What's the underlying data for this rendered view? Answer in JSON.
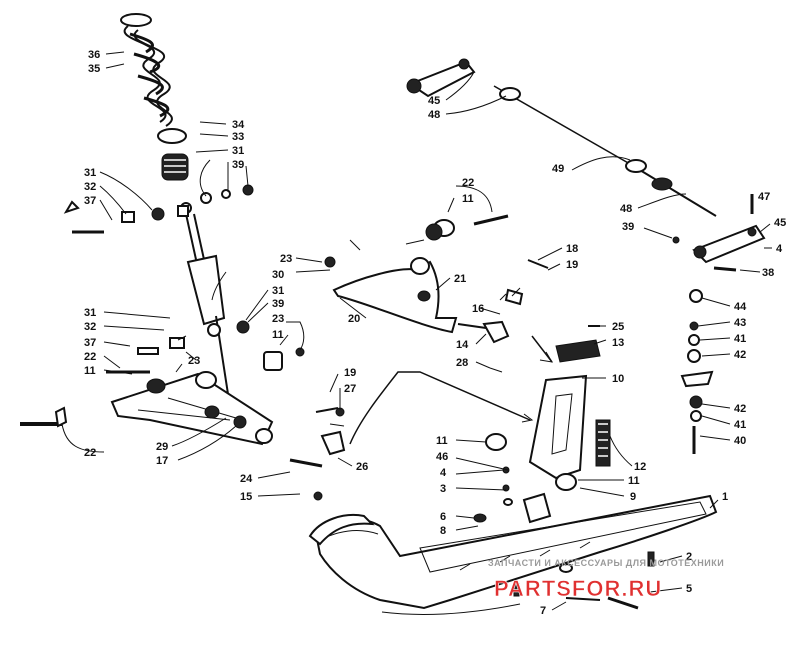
{
  "callouts": [
    {
      "id": "c-36a",
      "text": "36"
    },
    {
      "id": "c-35",
      "text": "35"
    },
    {
      "id": "c-34",
      "text": "34"
    },
    {
      "id": "c-33",
      "text": "33"
    },
    {
      "id": "c-31a",
      "text": "31"
    },
    {
      "id": "c-39a",
      "text": "39"
    },
    {
      "id": "c-31b",
      "text": "31"
    },
    {
      "id": "c-32a",
      "text": "32"
    },
    {
      "id": "c-37a",
      "text": "37"
    },
    {
      "id": "c-30",
      "text": "30"
    },
    {
      "id": "c-31c",
      "text": "31"
    },
    {
      "id": "c-39b",
      "text": "39"
    },
    {
      "id": "c-23a",
      "text": "23"
    },
    {
      "id": "c-11a",
      "text": "11"
    },
    {
      "id": "c-31d",
      "text": "31"
    },
    {
      "id": "c-32b",
      "text": "32"
    },
    {
      "id": "c-37b",
      "text": "37"
    },
    {
      "id": "c-22a",
      "text": "22"
    },
    {
      "id": "c-11b",
      "text": "11"
    },
    {
      "id": "c-23b",
      "text": "23"
    },
    {
      "id": "c-22b",
      "text": "22"
    },
    {
      "id": "c-29",
      "text": "29"
    },
    {
      "id": "c-17",
      "text": "17"
    },
    {
      "id": "c-24",
      "text": "24"
    },
    {
      "id": "c-15",
      "text": "15"
    },
    {
      "id": "c-26",
      "text": "26"
    },
    {
      "id": "c-19a",
      "text": "19"
    },
    {
      "id": "c-27",
      "text": "27"
    },
    {
      "id": "c-22c",
      "text": "22"
    },
    {
      "id": "c-11c",
      "text": "11"
    },
    {
      "id": "c-23c",
      "text": "23"
    },
    {
      "id": "c-21",
      "text": "21"
    },
    {
      "id": "c-20",
      "text": "20"
    },
    {
      "id": "c-18",
      "text": "18"
    },
    {
      "id": "c-19b",
      "text": "19"
    },
    {
      "id": "c-16",
      "text": "16"
    },
    {
      "id": "c-14",
      "text": "14"
    },
    {
      "id": "c-28",
      "text": "28"
    },
    {
      "id": "c-25",
      "text": "25"
    },
    {
      "id": "c-13",
      "text": "13"
    },
    {
      "id": "c-10",
      "text": "10"
    },
    {
      "id": "c-12",
      "text": "12"
    },
    {
      "id": "c-11d",
      "text": "11"
    },
    {
      "id": "c-46",
      "text": "46"
    },
    {
      "id": "c-4a",
      "text": "4"
    },
    {
      "id": "c-3",
      "text": "3"
    },
    {
      "id": "c-11e",
      "text": "11"
    },
    {
      "id": "c-9",
      "text": "9"
    },
    {
      "id": "c-6",
      "text": "6"
    },
    {
      "id": "c-8",
      "text": "8"
    },
    {
      "id": "c-1",
      "text": "1"
    },
    {
      "id": "c-2",
      "text": "2"
    },
    {
      "id": "c-5",
      "text": "5"
    },
    {
      "id": "c-7",
      "text": "7"
    },
    {
      "id": "c-45a",
      "text": "45"
    },
    {
      "id": "c-48a",
      "text": "48"
    },
    {
      "id": "c-49",
      "text": "49"
    },
    {
      "id": "c-48b",
      "text": "48"
    },
    {
      "id": "c-47",
      "text": "47"
    },
    {
      "id": "c-45b",
      "text": "45"
    },
    {
      "id": "c-39c",
      "text": "39"
    },
    {
      "id": "c-4b",
      "text": "4"
    },
    {
      "id": "c-38",
      "text": "38"
    },
    {
      "id": "c-44",
      "text": "44"
    },
    {
      "id": "c-43",
      "text": "43"
    },
    {
      "id": "c-41a",
      "text": "41"
    },
    {
      "id": "c-42a",
      "text": "42"
    },
    {
      "id": "c-42b",
      "text": "42"
    },
    {
      "id": "c-41b",
      "text": "41"
    },
    {
      "id": "c-40",
      "text": "40"
    }
  ],
  "watermark": {
    "top_text": "ЗАПЧАСТИ И АКСЕССУАРЫ ДЛЯ МОТОТЕХНИКИ",
    "logo_text": "PARTSFOR.RU"
  },
  "colors": {
    "ink": "#111111",
    "watermark_red": "#e03030",
    "watermark_gray": "#9a9a9a"
  }
}
